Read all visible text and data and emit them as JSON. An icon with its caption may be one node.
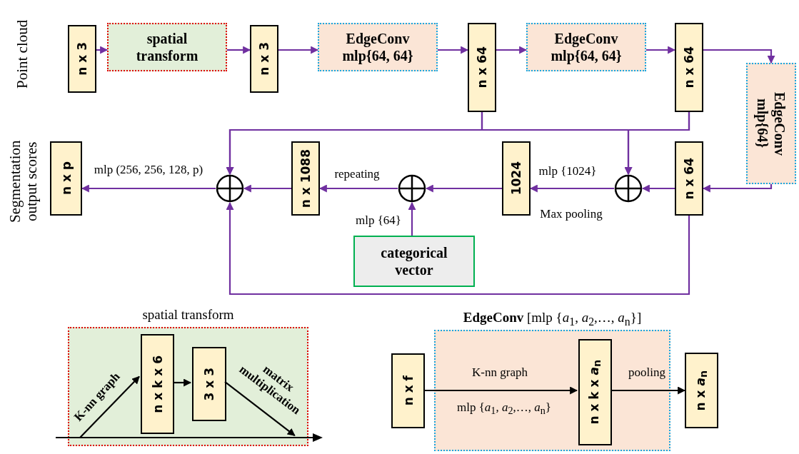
{
  "diagram": {
    "nodes": [
      {
        "text": [
          "n x 3"
        ],
        "beside": [
          "Point cloud"
        ]
      },
      {
        "text": [
          "spatial transform"
        ]
      },
      {
        "text": [
          "n x 3"
        ]
      },
      {
        "text": [
          "EdgeConv mlp{64, 64}"
        ]
      },
      {
        "text": [
          "n x 64"
        ]
      },
      {
        "text": [
          "EdgeConv mlp{64, 64}"
        ]
      },
      {
        "text": [
          "n x 64"
        ]
      },
      {
        "text": [
          "EdgeConv mlp{64}"
        ]
      },
      {
        "text": [
          "n x 64"
        ]
      },
      {
        "text": [],
        "shape": "circle"
      },
      {
        "text": [
          "1024"
        ]
      },
      {
        "text": [],
        "shape": "circle"
      },
      {
        "text": [
          "n x 1088"
        ]
      },
      {
        "text": [],
        "shape": "circle"
      },
      {
        "text": [
          "n x p"
        ],
        "beside": [
          "Segmentation output scores"
        ]
      },
      {
        "text": [
          "categorical vector"
        ]
      },
      {
        "text": [
          "spatial transform"
        ]
      },
      {
        "text": [
          "n x k x 6"
        ],
        "in": 16
      },
      {
        "text": [
          "3 x 3"
        ],
        "in": 16
      },
      {
        "text": [],
        "shape": "line"
      },
      {
        "text": [
          "**EdgeConv** [mlp {*a*$_{1}$, *a*$_{2}$,…, *a*$_{n}$}]"
        ]
      },
      {
        "text": [
          "n x f"
        ]
      },
      {
        "text": [
          "n x k x *a*$_{n}$"
        ],
        "in": 20
      },
      {
        "text": [
          "n x *a*$_{n}$"
        ]
      }
    ],
    "edges": [
      {
        "from": 0,
        "to": 1,
        "arrow": "to"
      },
      {
        "from": 1,
        "to": 2,
        "arrow": "to"
      },
      {
        "from": 2,
        "to": 3,
        "arrow": "to"
      },
      {
        "from": 3,
        "to": 4,
        "arrow": "to"
      },
      {
        "from": 4,
        "to": 5,
        "arrow": "to"
      },
      {
        "from": 5,
        "to": 6,
        "arrow": "to"
      },
      {
        "from": 6,
        "to": 7,
        "arrow": "to"
      },
      {
        "from": 7,
        "to": 8,
        "arrow": "to"
      },
      {
        "from": 8,
        "to": 13,
        "arrow": "to"
      },
      {
        "from": 13,
        "to": 10,
        "arrow": "to",
        "label": "mlp {1024}"
      },
      {
        "from": 10,
        "to": 11,
        "arrow": "to"
      },
      {
        "from": 11,
        "to": 12,
        "arrow": "to",
        "label": "repeating"
      },
      {
        "from": 15,
        "to": 11,
        "arrow": "to",
        "label": "mlp {64}"
      },
      {
        "from": 12,
        "to": 9,
        "arrow": "to"
      },
      {
        "from": 9,
        "to": 14,
        "arrow": "to",
        "label": "mlp (256, 256, 128, p)"
      },
      {
        "from": 4,
        "to": 9,
        "arrow": "to"
      },
      {
        "from": 6,
        "to": 9,
        "arrow": "to"
      },
      {
        "from": 4,
        "to": 13,
        "arrow": "to"
      },
      {
        "from": 6,
        "to": 13,
        "arrow": "to"
      },
      {
        "from": 8,
        "to": 9,
        "arrow": "to"
      },
      {
        "from": 19,
        "to": 17,
        "arrow": "to",
        "label": "K-nn graph",
        "color": "#000000"
      },
      {
        "from": 17,
        "to": 18,
        "arrow": "to",
        "color": "#000000"
      },
      {
        "from": 18,
        "to": 19,
        "arrow": "to",
        "label": "matrix multiplication",
        "color": "#000000"
      },
      {
        "from": 21,
        "to": 22,
        "arrow": "to",
        "label": "K-nn graph",
        "color": "#000000"
      },
      {
        "from": 22,
        "to": 23,
        "arrow": "to",
        "label": "pooling",
        "color": "#000000"
      }
    ],
    "labels": [
      "Max pooling",
      "mlp {*a*$_{1}$, *a*$_{2}$,…, *a*$_{n}$}"
    ]
  }
}
